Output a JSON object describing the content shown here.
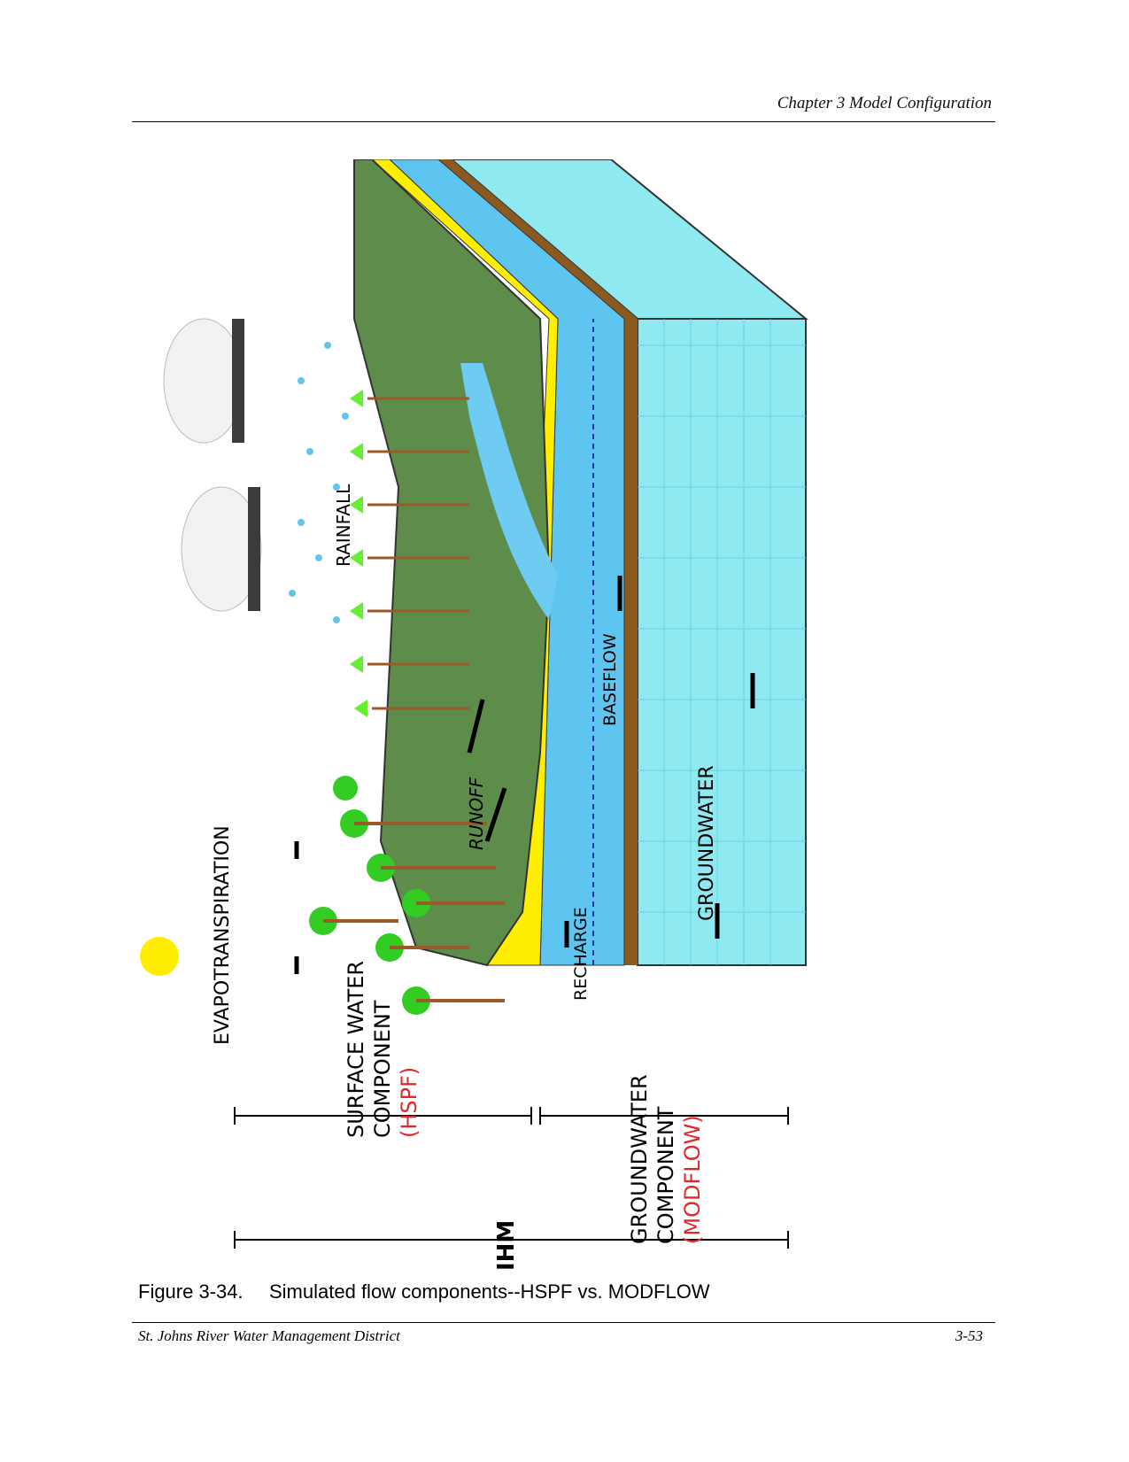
{
  "header": {
    "chapter": "Chapter 3 Model Configuration"
  },
  "figure": {
    "labels": {
      "evapotranspiration": "EVAPOTRANSPIRATION",
      "rainfall": "RAINFALL",
      "runoff": "RUNOFF",
      "baseflow": "BASEFLOW",
      "recharge": "RECHARGE",
      "groundwater": "GROUNDWATER",
      "surface_line1": "SURFACE WATER",
      "surface_line2": "COMPONENT",
      "surface_line3": "(HSPF)",
      "gw_line1": "GROUNDWATER",
      "gw_line2": "COMPONENT",
      "gw_line3": "(MODFLOW)",
      "ihm": "IHM"
    },
    "colors": {
      "accent_red": "#e0282c",
      "land_green": "#5e8c4a",
      "sand_yellow": "#ffee00",
      "water_blue": "#5ec4f0",
      "clay_brown": "#8b5a1e",
      "limestone_cyan": "#8ee9f0"
    }
  },
  "caption": {
    "number": "Figure 3-34.",
    "text": "Simulated flow components--HSPF vs. MODFLOW"
  },
  "footer": {
    "left": "St. Johns River Water Management District",
    "right": "3-53"
  }
}
